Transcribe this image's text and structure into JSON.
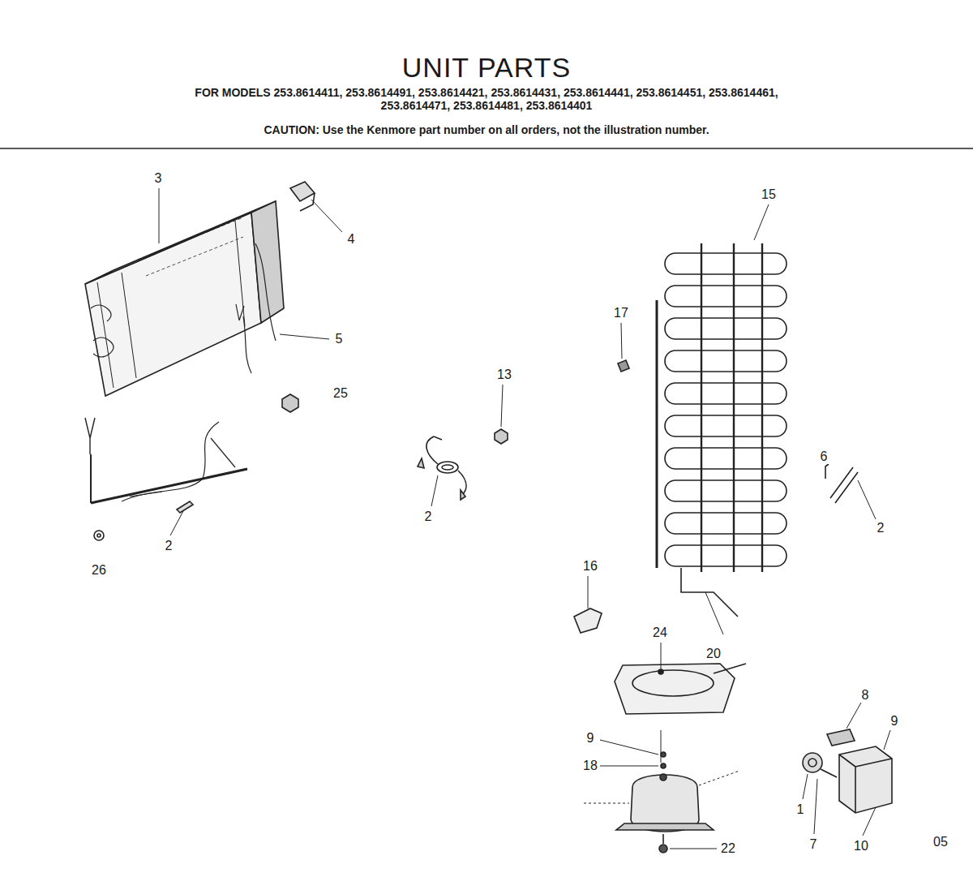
{
  "diagram": {
    "title": "UNIT PARTS",
    "labels": [
      "FOR MODELS 253.8614411, 253.8614491, 253.8614421, 253.8614431, 253.8614441, 253.8614451, 253.8614461, 253.8614471, 253.8614481, 253.8614401",
      "CAUTION: Use the Kenmore part number on all orders, not the illustration number.",
      "3",
      "4",
      "5",
      "25",
      "26",
      "2",
      "2",
      "13",
      "17",
      "15",
      "6",
      "2",
      "16",
      "24",
      "20",
      "9",
      "18",
      "22",
      "8",
      "9",
      "1",
      "7",
      "10",
      "05"
    ]
  }
}
